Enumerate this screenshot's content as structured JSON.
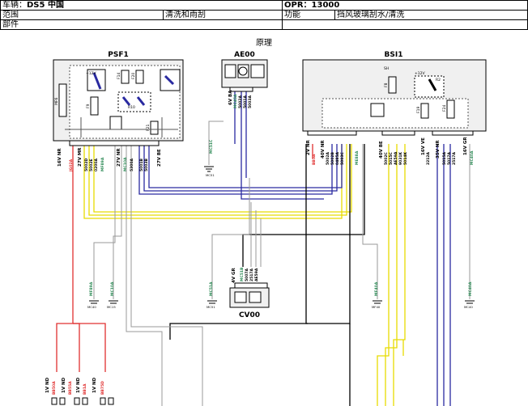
{
  "header": {
    "vehicle_label": "车辆：",
    "vehicle_value": "DS5 中国",
    "opr_label": "OPR：",
    "opr_value": "13000",
    "scope_label": "范围",
    "scope_value": "清洗和雨刮",
    "function_label": "功能",
    "function_value": "挡风玻璃刮水/清洗",
    "parts_label": "部件"
  },
  "section_title": "原理",
  "components": {
    "psf1": {
      "name": "PSF1",
      "fuse1": "MF6",
      "fuse2": "F14",
      "fuse3": "F20",
      "fuse4": "F9",
      "fuse5": "F21",
      "relay": "R10",
      "supply": "+12V"
    },
    "ae00": {
      "name": "AE00"
    },
    "bsi1": {
      "name": "BSI1",
      "relay": "R2",
      "fuse1": "F8",
      "fuse2": "F19",
      "fuse3": "F24",
      "supply": "+12V",
      "sh": "SH"
    },
    "cv00": {
      "name": "CV00"
    }
  },
  "connectors": {
    "psf1_a": "16V NR",
    "psf1_b": "27V MR",
    "psf1_c": "27V NR",
    "psf1_d": "27V BE",
    "ae00_a": "6V BA",
    "bsi1_a": "2V NR",
    "bsi1_b": "40V NR",
    "bsi1_c": "40V BE",
    "bsi1_d": "16V VE",
    "bsi1_e": "35V NR",
    "bsi1_f": "16V GR",
    "cv00_a": "4V GR",
    "bottom_a": "1V ND",
    "bottom_b": "1V ND",
    "bottom_c": "1V ND",
    "bottom_d": "1V ND"
  },
  "wires": {
    "w_psf1_1": "JG02A",
    "w_psf1_2": "5002D",
    "w_psf1_3": "5002E",
    "w_psf1_4": "0200A",
    "w_psf1_5": "MF89A",
    "w_psf1_6": "MC10A",
    "w_psf1_7": "5300A",
    "w_psf1_8": "5001B",
    "w_psf1_9": "5003B",
    "w_ae00_1": "MC45A",
    "w_ae00_2": "5002A",
    "w_ae00_3": "5001A",
    "w_ae00_4": "5003A",
    "w_ae00_5": "MC51C",
    "w_bsi_1": "BB5A",
    "w_bsi_2": "5002A",
    "w_bsi_3": "5002B",
    "w_bsi_4": "0485A",
    "w_bsi_5": "5003C",
    "w_bsi_6": "ME88A",
    "w_bsi_7": "5002C",
    "w_bsi_8": "5015C",
    "w_bsi_9": "AE59A",
    "w_bsi_10": "9031K",
    "w_bsi_11": "5014K",
    "w_bsi_12": "2212A",
    "w_bsi_13": "5015A",
    "w_bsi_14": "5017A",
    "w_bsi_15": "2517A",
    "w_bsi_16": "MC40A",
    "w_cv_1": "MC51B",
    "w_cv_2": "5007A",
    "w_cv_3": "2517A",
    "w_cv_4": "AE59A",
    "w_mid_1": "MF89A",
    "w_mid_2": "MC10A",
    "w_mid_3": "MC51A",
    "w_mid_4": "MF40A",
    "w_mid_5": "MC40A",
    "w_bot_1": "BB50A",
    "w_bot_2": "BB55A",
    "w_bot_3": "BB1A",
    "w_bot_4": "BB75D"
  },
  "grounds": {
    "g1": "MC51",
    "g2": "MC40",
    "g3": "MC15",
    "g4": "MC51",
    "g5": "MF40",
    "g6": "MC40"
  },
  "colors": {
    "red": "#e03030",
    "yellow": "#e8dc00",
    "blue": "#2a2aa0",
    "black": "#000000",
    "gray": "#9a9a9a",
    "green": "#2e8b57"
  }
}
